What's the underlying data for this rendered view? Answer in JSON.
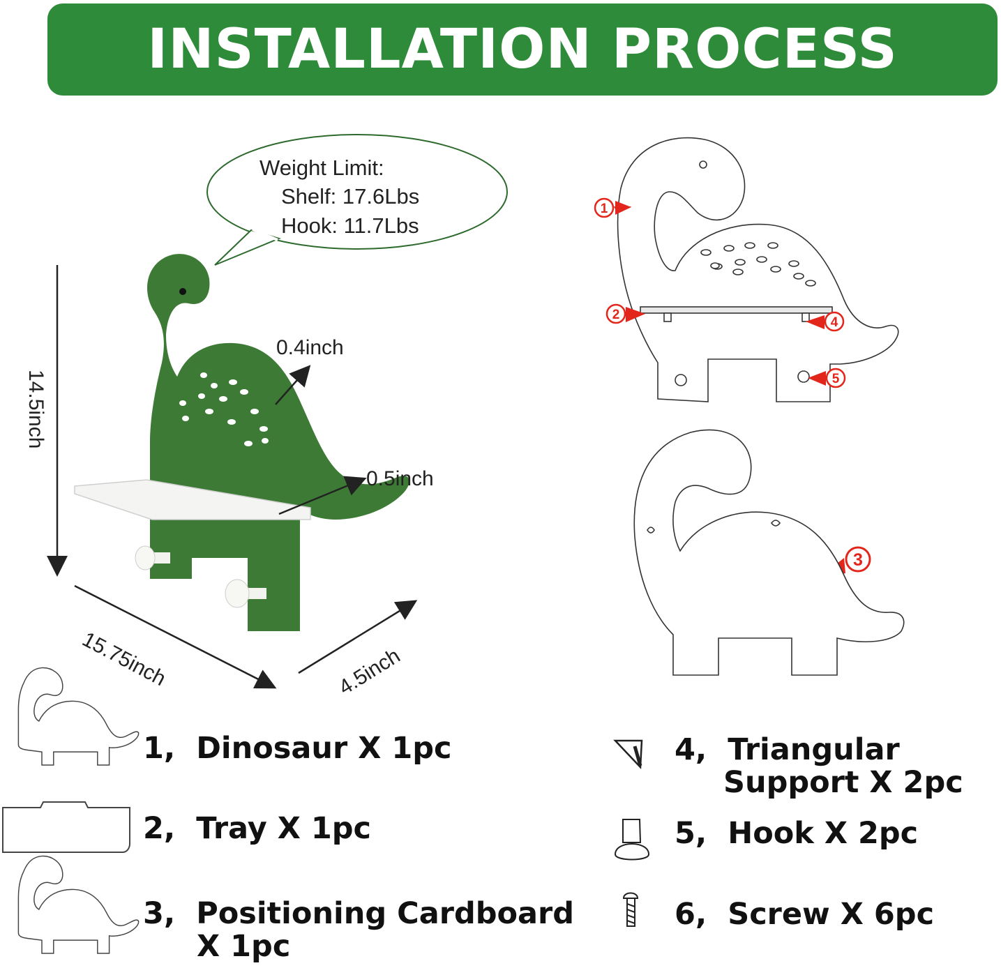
{
  "header": {
    "title": "INSTALLATION PROCESS"
  },
  "colors": {
    "banner": "#2e8b3a",
    "dino": "#3d7a35",
    "callout": "#e3261c"
  },
  "weight_limit": {
    "heading": "Weight Limit:",
    "shelf": "Shelf: 17.6Lbs",
    "hook": "Hook: 11.7Lbs"
  },
  "dimensions": {
    "height": "14.5inch",
    "width": "15.75inch",
    "depth": "4.5inch",
    "board_thickness": "0.4inch",
    "shelf_thickness": "0.5inch"
  },
  "callouts": [
    "1",
    "2",
    "3",
    "4",
    "5"
  ],
  "parts": [
    {
      "number": "1,",
      "name": "Dinosaur X 1pc",
      "icon": "dinosaur-icon"
    },
    {
      "number": "2,",
      "name": "Tray X 1pc",
      "icon": "tray-icon"
    },
    {
      "number": "3,",
      "name": "Positioning Cardboard",
      "name2": "X 1pc",
      "icon": "cardboard-icon"
    },
    {
      "number": "4,",
      "name": "Triangular",
      "name2": "Support X 2pc",
      "icon": "triangle-support-icon"
    },
    {
      "number": "5,",
      "name": "Hook X 2pc",
      "icon": "hook-icon"
    },
    {
      "number": "6,",
      "name": "Screw X 6pc",
      "icon": "screw-icon"
    }
  ]
}
